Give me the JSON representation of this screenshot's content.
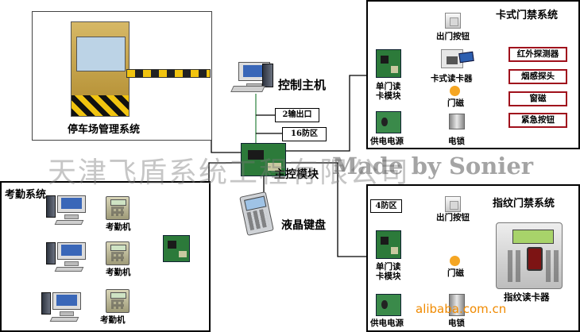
{
  "parking": {
    "title": "停车场管理系统"
  },
  "center": {
    "host_label": "控制主机",
    "output_label": "2输出口",
    "zones_label": "16防区",
    "main_module_label": "主控模块",
    "lcd_label": "液晶键盘"
  },
  "card_access": {
    "title": "卡式门禁系统",
    "exit_button": "出门按钮",
    "card_reader": "卡式读卡器",
    "module": "单门读\n卡模块",
    "door_magnet": "门磁",
    "power": "供电电源",
    "lock": "电锁",
    "sensors": [
      "红外探测器",
      "烟感探头",
      "窗磁",
      "紧急按钮"
    ]
  },
  "attendance": {
    "title": "考勤系统",
    "machines": [
      "考勤机",
      "考勤机",
      "考勤机"
    ]
  },
  "fingerprint_access": {
    "title": "指纹门禁系统",
    "zones": "4防区",
    "exit_button": "出门按钮",
    "module": "单门读\n卡模块",
    "door_magnet": "门磁",
    "power": "供电电源",
    "lock": "电锁",
    "reader": "指纹读卡器"
  },
  "watermarks": {
    "company": "天津飞盾系统工程有限公司",
    "made_by": "Made by Sonier",
    "site": "alibaba.com.cn"
  }
}
